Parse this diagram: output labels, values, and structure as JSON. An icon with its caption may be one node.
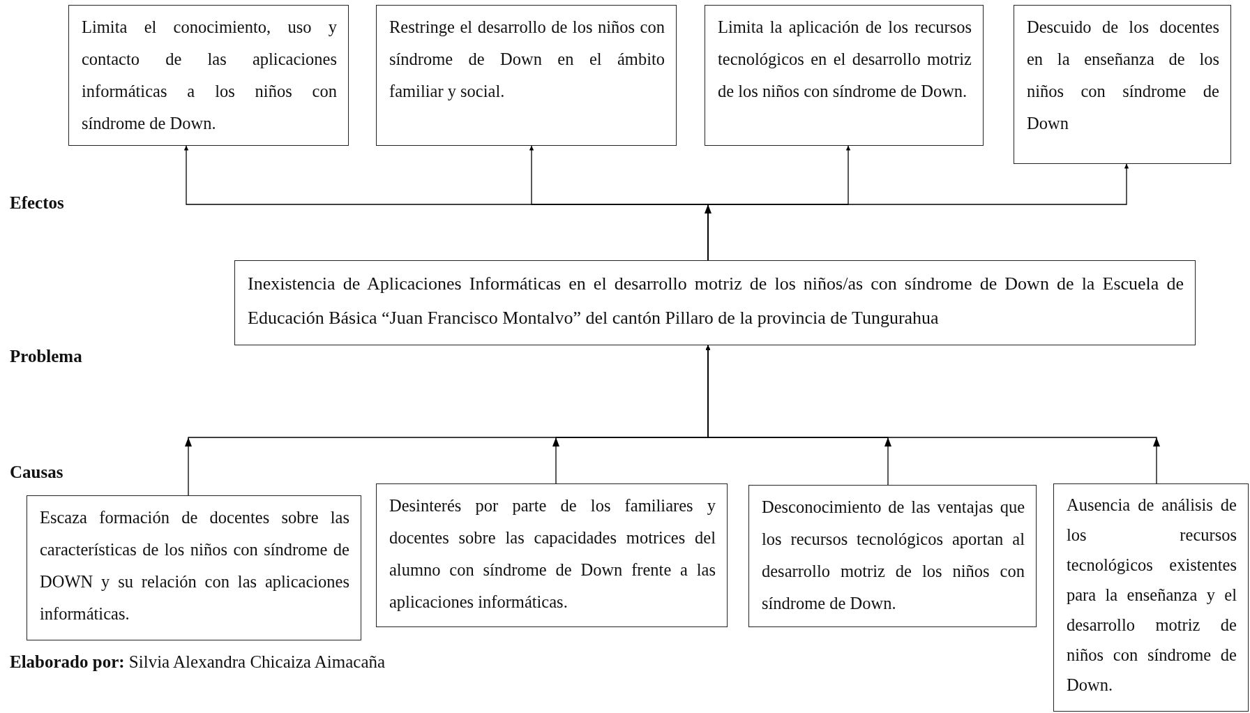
{
  "diagram": {
    "nodes": [
      {
        "text": [
          "Limita el conocimiento, uso y contacto de las aplicaciones informáticas a los niños con síndrome de Down."
        ]
      },
      {
        "text": [
          "Restringe el desarrollo de los niños con síndrome de Down en el ámbito familiar y social."
        ]
      },
      {
        "text": [
          "Limita la aplicación de los recursos tecnológicos en el desarrollo motriz de los niños con síndrome de Down."
        ]
      },
      {
        "text": [
          "Descuido de los docentes en la enseñanza de los niños con síndrome de Down"
        ]
      },
      {
        "text": [
          "Inexistencia de Aplicaciones Informáticas en el desarrollo motriz de los niños/as con síndrome de Down de la Escuela de Educación Básica “Juan Francisco Montalvo” del cantón Pillaro de la provincia de Tungurahua"
        ]
      },
      {
        "text": [
          "Escaza formación de docentes sobre las características de los niños con síndrome de DOWN y su relación con las aplicaciones informáticas."
        ]
      },
      {
        "text": [
          "Desinterés por parte de los familiares y docentes sobre las capacidades motrices del alumno con síndrome de Down frente a las aplicaciones informáticas."
        ]
      },
      {
        "text": [
          "Desconocimiento de las ventajas que los recursos tecnológicos aportan al desarrollo motriz de los niños con síndrome de Down."
        ]
      },
      {
        "text": [
          "Ausencia de análisis de los recursos tecnológicos existentes para la enseñanza y el desarrollo motriz de niños con síndrome de Down."
        ]
      }
    ],
    "edges": [
      {
        "from": 4,
        "to": 0,
        "arrow": "to"
      },
      {
        "from": 4,
        "to": 1,
        "arrow": "to"
      },
      {
        "from": 4,
        "to": 2,
        "arrow": "to"
      },
      {
        "from": 4,
        "to": 3,
        "arrow": "to"
      },
      {
        "from": 5,
        "to": 4,
        "arrow": "to"
      },
      {
        "from": 6,
        "to": 4,
        "arrow": "to"
      },
      {
        "from": 7,
        "to": 4,
        "arrow": "to"
      },
      {
        "from": 8,
        "to": 4,
        "arrow": "to"
      }
    ],
    "labels": [
      "Efectos",
      "Problema",
      "Causas",
      "**Elaborado por:** Silvia Alexandra Chicaiza Aimacaña"
    ]
  }
}
